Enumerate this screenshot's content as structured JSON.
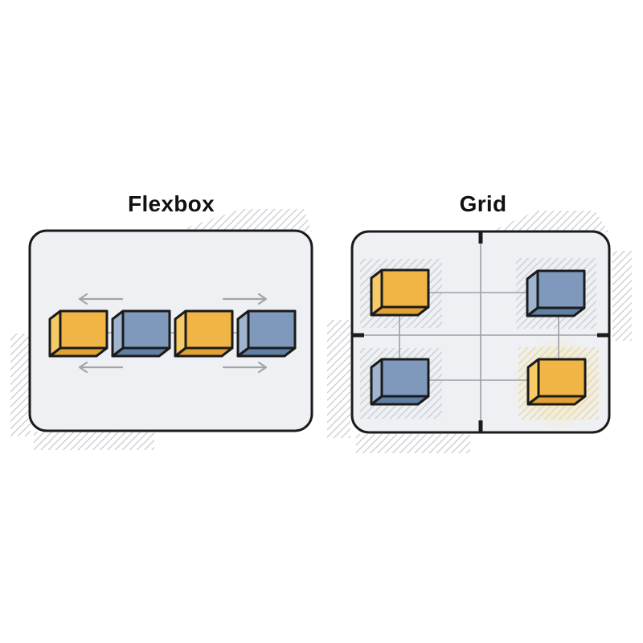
{
  "panels": {
    "flexbox": {
      "label": "Flexbox",
      "items": [
        "yellow",
        "blue",
        "yellow",
        "blue"
      ],
      "arrows": [
        "left",
        "right",
        "left",
        "right"
      ]
    },
    "grid": {
      "label": "Grid",
      "rows": [
        [
          "yellow",
          "blue"
        ],
        [
          "blue",
          "yellow"
        ]
      ]
    }
  },
  "colors": {
    "yellow": {
      "front": "#F0B545",
      "side": "#F6CB66",
      "bottom": "#E2A233"
    },
    "blue": {
      "front": "#7E99BC",
      "side": "#9FB4CE",
      "bottom": "#5F7FA3"
    },
    "panel_bg": "#EEF0F4",
    "outline": "#1B1B1B",
    "grid_line": "#9AA0A8",
    "arrow": "#A2A5A8",
    "hatch": "#C7CBD1",
    "hatch_warm": "#E9D9A6",
    "glow": "#F7E7B0"
  }
}
